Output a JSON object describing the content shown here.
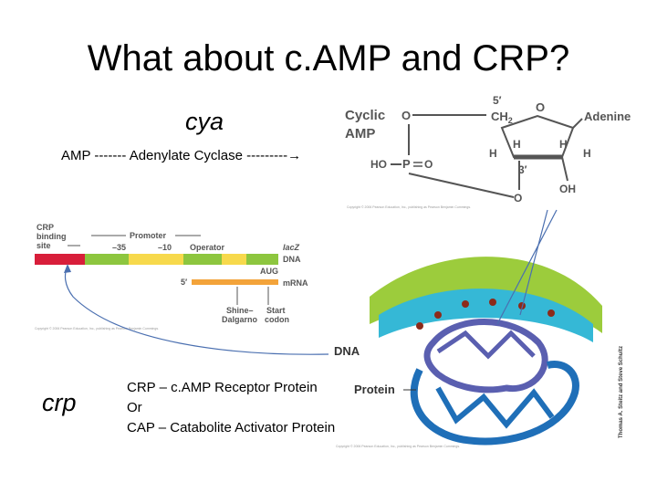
{
  "slide": {
    "title": "What about c.AMP and CRP?",
    "cya_label": "cya",
    "amp_line": "AMP ------- Adenylate Cyclase ---------",
    "crp_label": "crp",
    "crp_def": [
      "CRP – c.AMP Receptor Protein",
      "Or",
      "CAP – Catabolite Activator Protein"
    ]
  },
  "camp_figure": {
    "cyclic": "Cyclic",
    "amp": "AMP",
    "five_prime": "5′",
    "ch2": "CH",
    "ch2_sub": "2",
    "ring_o": "O",
    "adenine": "Adenine",
    "h": "H",
    "three_prime": "3′",
    "oh": "OH",
    "ho": "HO",
    "p": "P",
    "o": "O",
    "copyright": "Copyright © 2006 Pearson Education, Inc., publishing as Pearson Benjamin Cummings."
  },
  "promoter_figure": {
    "crp_site": [
      "CRP",
      "binding",
      "site"
    ],
    "promoter": "Promoter",
    "minus35": "–35",
    "minus10": "–10",
    "operator": "Operator",
    "lacz": "lacZ",
    "dna": "DNA",
    "aug": "AUG",
    "five_prime": "5′",
    "mrna": "mRNA",
    "shine": [
      "Shine–",
      "Dalgarno"
    ],
    "start": [
      "Start",
      "codon"
    ],
    "copyright": "Copyright © 2006 Pearson Education, Inc., publishing as Pearson Benjamin Cummings."
  },
  "protein_figure": {
    "dna": "DNA",
    "protein": "Protein",
    "credit": "Thomas A. Steitz and Steve Schultz",
    "copyright": "Copyright © 2006 Pearson Education, Inc., publishing as Pearson Benjamin Cummings."
  },
  "colors": {
    "crp_site": "#d81e3a",
    "dna_green": "#8dc63f",
    "dna_yellow": "#f7d94c",
    "mrna_orange": "#f3a33a",
    "dna_blue": "#1f7fc1",
    "protein_blue": "#1f6fb8"
  }
}
